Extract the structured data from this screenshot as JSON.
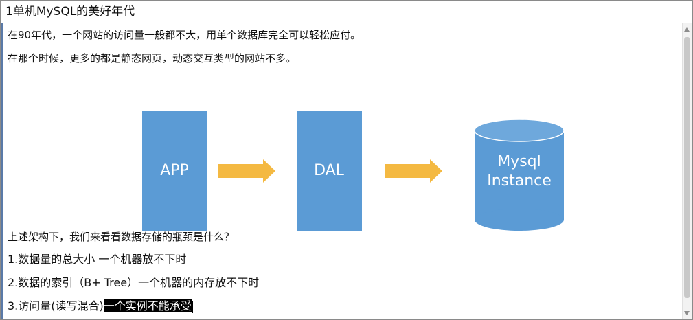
{
  "title": "1单机MySQL的美好年代",
  "paragraphs": {
    "p1": "在90年代，一个网站的访问量一般都不大，用单个数据库完全可以轻松应付。",
    "p2": "在那个时候，更多的都是静态网页，动态交互类型的网站不多。",
    "question": "上述架构下，我们来看看数据存储的瓶颈是什么？",
    "item1": "1.数据量的总大小 一个机器放不下时",
    "item2": "2.数据的索引（B+ Tree）一个机器的内存放不下时",
    "item3_prefix": "3.访问量(读写混合)",
    "item3_highlight": "一个实例不能承受"
  },
  "diagram": {
    "app_label": "APP",
    "dal_label": "DAL",
    "db_label_line1": "Mysql",
    "db_label_line2": "Instance"
  },
  "colors": {
    "box_blue": "#5b9bd5",
    "arrow_orange": "#f4b942",
    "db_blue": "#5b9bd5",
    "db_top": "#6ea8dc"
  }
}
